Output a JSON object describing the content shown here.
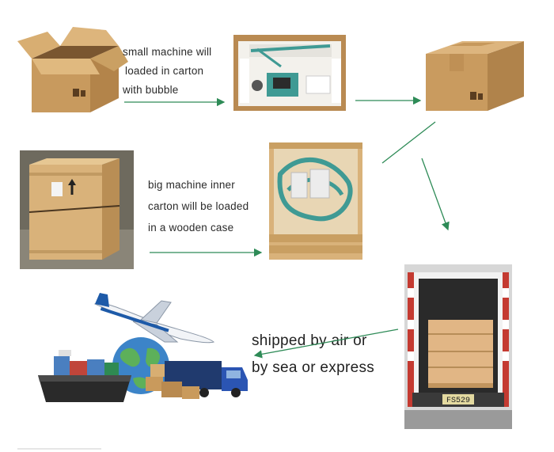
{
  "captions": {
    "small_machine": [
      "small machine will",
      "loaded in carton",
      "with bubble"
    ],
    "big_machine": [
      "big machine inner",
      "carton will be loaded",
      "in a wooden case"
    ],
    "shipping": [
      "shipped by air or",
      "by sea or express"
    ]
  },
  "colors": {
    "arrow": "#2e8b57",
    "cardboard": "#c89a5e",
    "wood": "#d9b27a",
    "machine": "#3f9a94"
  },
  "icons": {
    "plane": "airplane-icon",
    "ship": "container-ship-icon",
    "truck": "truck-icon",
    "globe": "globe-icon"
  },
  "truck_plate": "FS529"
}
